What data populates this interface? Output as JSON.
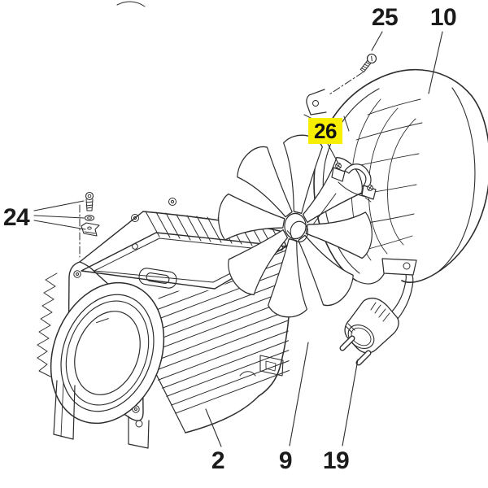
{
  "diagram": {
    "background_color": "#ffffff",
    "ink_color": "#2d2d2d",
    "highlight_color": "#f7ee00",
    "callouts": [
      {
        "text": "24",
        "highlighted": false
      },
      {
        "text": "25",
        "highlighted": false
      },
      {
        "text": "10",
        "highlighted": false
      },
      {
        "text": "26",
        "highlighted": true
      },
      {
        "text": "2",
        "highlighted": false
      },
      {
        "text": "9",
        "highlighted": false
      },
      {
        "text": "19",
        "highlighted": false
      }
    ]
  }
}
